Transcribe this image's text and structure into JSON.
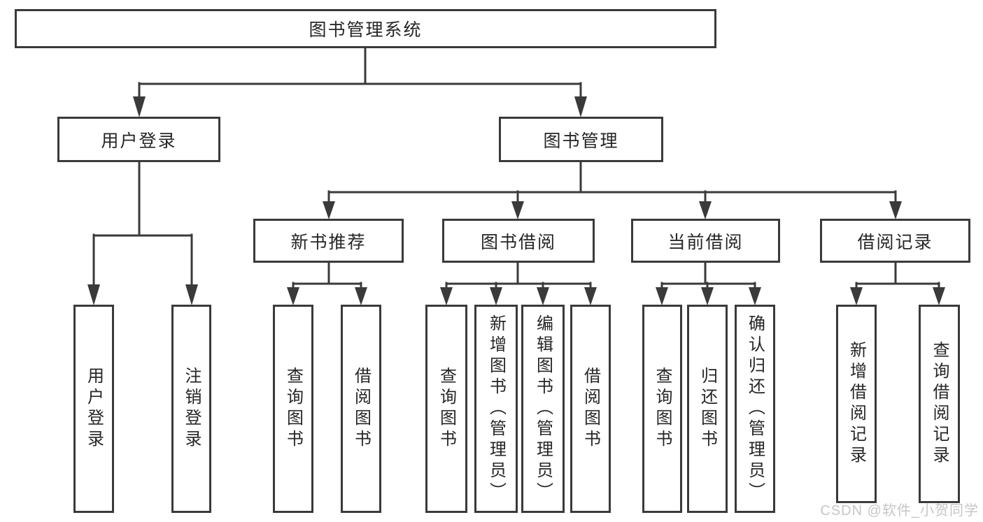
{
  "colors": {
    "line": "#3a3a3a",
    "text": "#262626",
    "watermark": "#c6c6c6",
    "background": "#ffffff"
  },
  "tree": {
    "root": "图书管理系统",
    "children": [
      {
        "label": "用户登录",
        "children": [
          "用户登录",
          "注销登录"
        ]
      },
      {
        "label": "图书管理",
        "children": [
          {
            "label": "新书推荐",
            "children": [
              "查询图书",
              "借阅图书"
            ]
          },
          {
            "label": "图书借阅",
            "children": [
              "查询图书",
              "新增图书（管理员）",
              "编辑图书（管理员）",
              "借阅图书"
            ]
          },
          {
            "label": "当前借阅",
            "children": [
              "查询图书",
              "归还图书",
              "确认归还（管理员）"
            ]
          },
          {
            "label": "借阅记录",
            "children": [
              "新增借阅记录",
              "查询借阅记录"
            ]
          }
        ]
      }
    ]
  },
  "watermark": {
    "text": "CSDN @软件_小贺同学"
  }
}
